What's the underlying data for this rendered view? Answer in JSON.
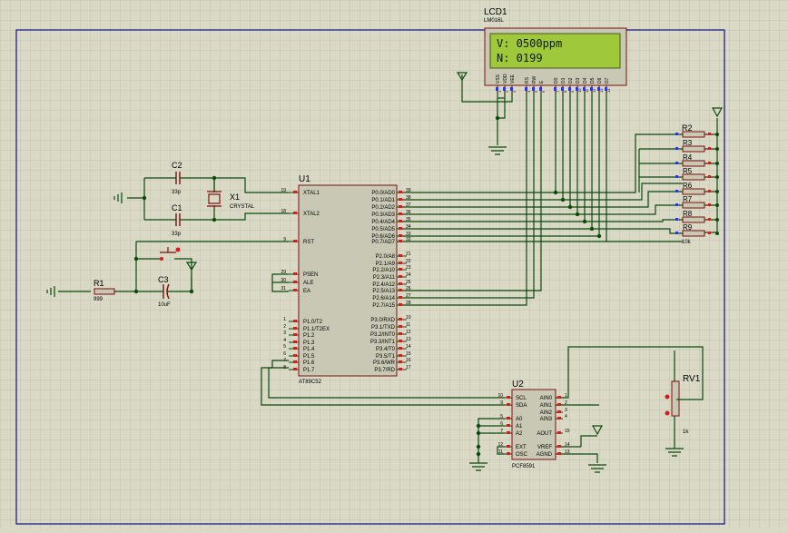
{
  "lcd": {
    "ref": "LCD1",
    "model": "LM016L",
    "line1": "V: 0500ppm",
    "line2": "N: 0199",
    "pins": [
      "VSS",
      "VDD",
      "VEE",
      "RS",
      "RW",
      "E",
      "D0",
      "D1",
      "D2",
      "D3",
      "D4",
      "D5",
      "D6",
      "D7"
    ],
    "pin_numbers": [
      "1",
      "2",
      "3",
      "4",
      "5",
      "6",
      "7",
      "8",
      "9",
      "10",
      "11",
      "12",
      "13",
      "14"
    ]
  },
  "u1": {
    "ref": "U1",
    "part": "AT89C52",
    "left_pins": [
      {
        "num": "19",
        "name": "XTAL1"
      },
      {
        "num": "18",
        "name": "XTAL2"
      },
      {
        "num": "9",
        "name": "RST"
      },
      {
        "num": "29",
        "name": "PSEN"
      },
      {
        "num": "30",
        "name": "ALE"
      },
      {
        "num": "31",
        "name": "EA"
      },
      {
        "num": "1",
        "name": "P1.0/T2"
      },
      {
        "num": "2",
        "name": "P1.1/T2EX"
      },
      {
        "num": "3",
        "name": "P1.2"
      },
      {
        "num": "4",
        "name": "P1.3"
      },
      {
        "num": "5",
        "name": "P1.4"
      },
      {
        "num": "6",
        "name": "P1.5"
      },
      {
        "num": "7",
        "name": "P1.6"
      },
      {
        "num": "8",
        "name": "P1.7"
      }
    ],
    "right_pins": [
      {
        "num": "39",
        "name": "P0.0/AD0"
      },
      {
        "num": "38",
        "name": "P0.1/AD1"
      },
      {
        "num": "37",
        "name": "P0.2/AD2"
      },
      {
        "num": "36",
        "name": "P0.3/AD3"
      },
      {
        "num": "35",
        "name": "P0.4/AD4"
      },
      {
        "num": "34",
        "name": "P0.5/AD5"
      },
      {
        "num": "33",
        "name": "P0.6/AD6"
      },
      {
        "num": "32",
        "name": "P0.7/AD7"
      },
      {
        "num": "21",
        "name": "P2.0/A8"
      },
      {
        "num": "22",
        "name": "P2.1/A9"
      },
      {
        "num": "23",
        "name": "P2.2/A10"
      },
      {
        "num": "24",
        "name": "P2.3/A11"
      },
      {
        "num": "25",
        "name": "P2.4/A12"
      },
      {
        "num": "26",
        "name": "P2.5/A13"
      },
      {
        "num": "27",
        "name": "P2.6/A14"
      },
      {
        "num": "28",
        "name": "P2.7/A15"
      },
      {
        "num": "10",
        "name": "P3.0/RXD"
      },
      {
        "num": "11",
        "name": "P3.1/TXD"
      },
      {
        "num": "12",
        "name": "P3.2/INT0"
      },
      {
        "num": "13",
        "name": "P3.3/INT1"
      },
      {
        "num": "14",
        "name": "P3.4/T0"
      },
      {
        "num": "15",
        "name": "P3.5/T1"
      },
      {
        "num": "16",
        "name": "P3.6/WR"
      },
      {
        "num": "17",
        "name": "P3.7/RD"
      }
    ]
  },
  "u2": {
    "ref": "U2",
    "part": "PCF8591",
    "left_pins": [
      {
        "num": "10",
        "name": "SCL"
      },
      {
        "num": "9",
        "name": "SDA"
      },
      {
        "num": "5",
        "name": "A0"
      },
      {
        "num": "6",
        "name": "A1"
      },
      {
        "num": "7",
        "name": "A2"
      },
      {
        "num": "12",
        "name": "EXT"
      },
      {
        "num": "11",
        "name": "OSC"
      }
    ],
    "right_pins": [
      {
        "num": "1",
        "name": "AIN0"
      },
      {
        "num": "2",
        "name": "AIN1"
      },
      {
        "num": "3",
        "name": "AIN2"
      },
      {
        "num": "4",
        "name": "AIN3"
      },
      {
        "num": "15",
        "name": "AOUT"
      },
      {
        "num": "14",
        "name": "VREF"
      },
      {
        "num": "13",
        "name": "AGND"
      }
    ]
  },
  "components": {
    "c1": {
      "ref": "C1",
      "value": "33p"
    },
    "c2": {
      "ref": "C2",
      "value": "33p"
    },
    "c3": {
      "ref": "C3",
      "value": "10uF"
    },
    "x1": {
      "ref": "X1",
      "value": "CRYSTAL"
    },
    "r1": {
      "ref": "R1",
      "value": "999"
    },
    "rv1": {
      "ref": "RV1",
      "value": "1k"
    },
    "rpack_first": "R2",
    "rpack_labels": [
      "R3",
      "R4",
      "R5",
      "R6",
      "R7",
      "R8",
      "R9"
    ],
    "rpack_value": "10k"
  },
  "colors": {
    "sheet_bg": "#d9d9c6",
    "grid": "#c3c3b0",
    "frame": "#1f1f8c",
    "wire": "#0c4a0c",
    "ic_fill": "#c8c8b4",
    "ic_border": "#7a0f0f",
    "lcd_screen": "#9fc83a",
    "pin_red": "#d41c1c",
    "pin_blue": "#2a36d6"
  }
}
